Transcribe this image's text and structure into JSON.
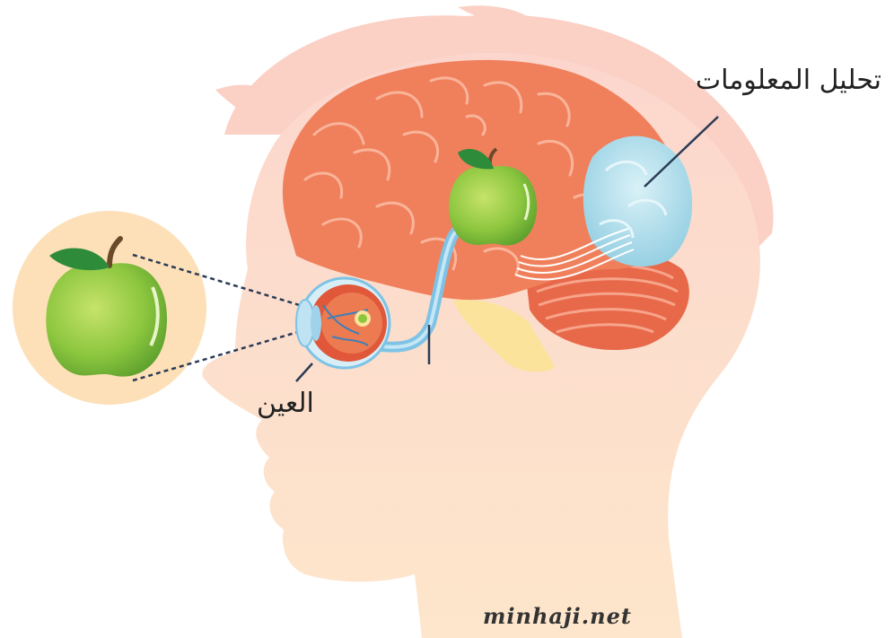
{
  "labels": {
    "analysis": "تحليل المعلومات",
    "eye": "العين"
  },
  "watermark": "minhaji.net",
  "colors": {
    "head": "#fde3c8",
    "hair": "#fbd0c5",
    "brain": "#f0805c",
    "visual_cortex": "#a9dce8",
    "cerebellum": "#e8694a",
    "brainstem": "#fbe39b",
    "apple": "#8cc63f",
    "apple_leaf": "#2e8b3a",
    "optic_nerve": "#7ec3e6",
    "eye_sclera": "#d8eef7",
    "eye_inner": "#e0573a",
    "magnifier_circle": "#fde0b8",
    "leader_line": "#2a3b55"
  },
  "icons": [
    "apple-icon",
    "apple-in-brain-icon",
    "eye-icon",
    "brain-icon"
  ]
}
